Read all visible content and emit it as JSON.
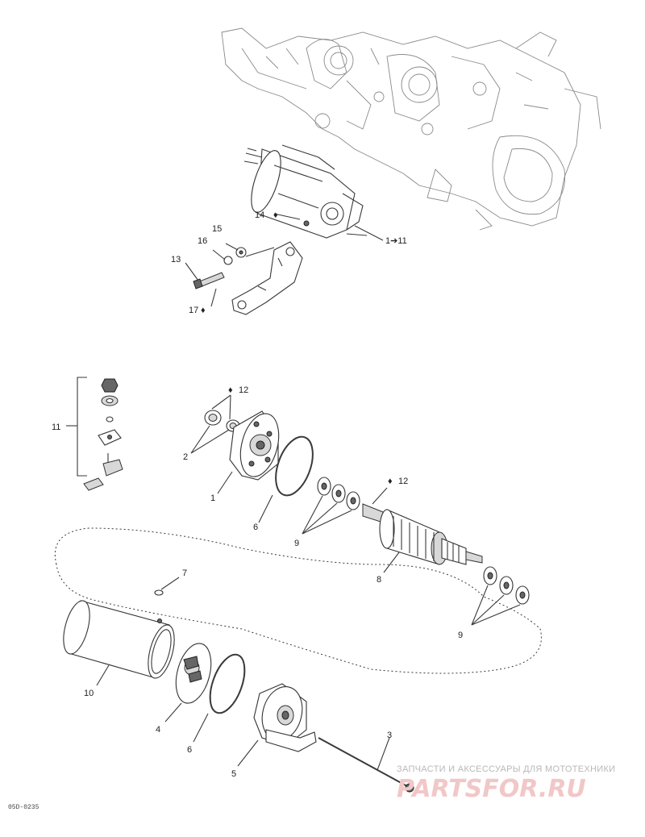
{
  "callouts": {
    "c1": "1",
    "c2": "2",
    "c3": "3",
    "c4": "4",
    "c5": "5",
    "c6a": "6",
    "c6b": "6",
    "c7": "7",
    "c8": "8",
    "c9a": "9",
    "c9b": "9",
    "c10": "10",
    "c11": "11",
    "c12a": "12",
    "c12b": "12",
    "c13": "13",
    "c14": "14",
    "c15": "15",
    "c16": "16",
    "c17": "17",
    "c1to11": "1➔11"
  },
  "drawing_code": "05D-0235",
  "watermark": {
    "tagline": "ЗАПЧАСТИ И АКСЕССУАРЫ ДЛЯ МОТОТЕХНИКИ",
    "logo": "PARTSFOR.RU"
  },
  "colors": {
    "line": "#3a3a3a",
    "watermark_logo": "#f2c7c7",
    "watermark_text": "#b8b8b8"
  }
}
